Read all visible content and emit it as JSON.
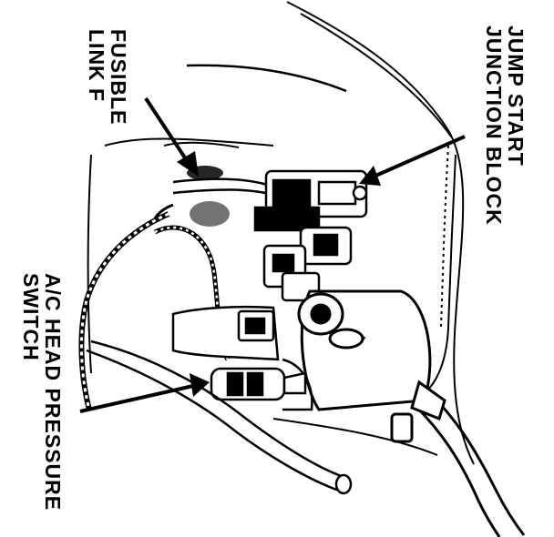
{
  "labels": {
    "fusible_link_line1": "FUSIBLE",
    "fusible_link_line2": "LINK F",
    "jump_start_line1": "JUMP START",
    "jump_start_line2": "JUNCTION BLOCK",
    "ac_switch_line1": "A/C HEAD PRESSURE",
    "ac_switch_line2": "SWITCH"
  },
  "colors": {
    "ink": "#000000",
    "paper": "#ffffff"
  }
}
